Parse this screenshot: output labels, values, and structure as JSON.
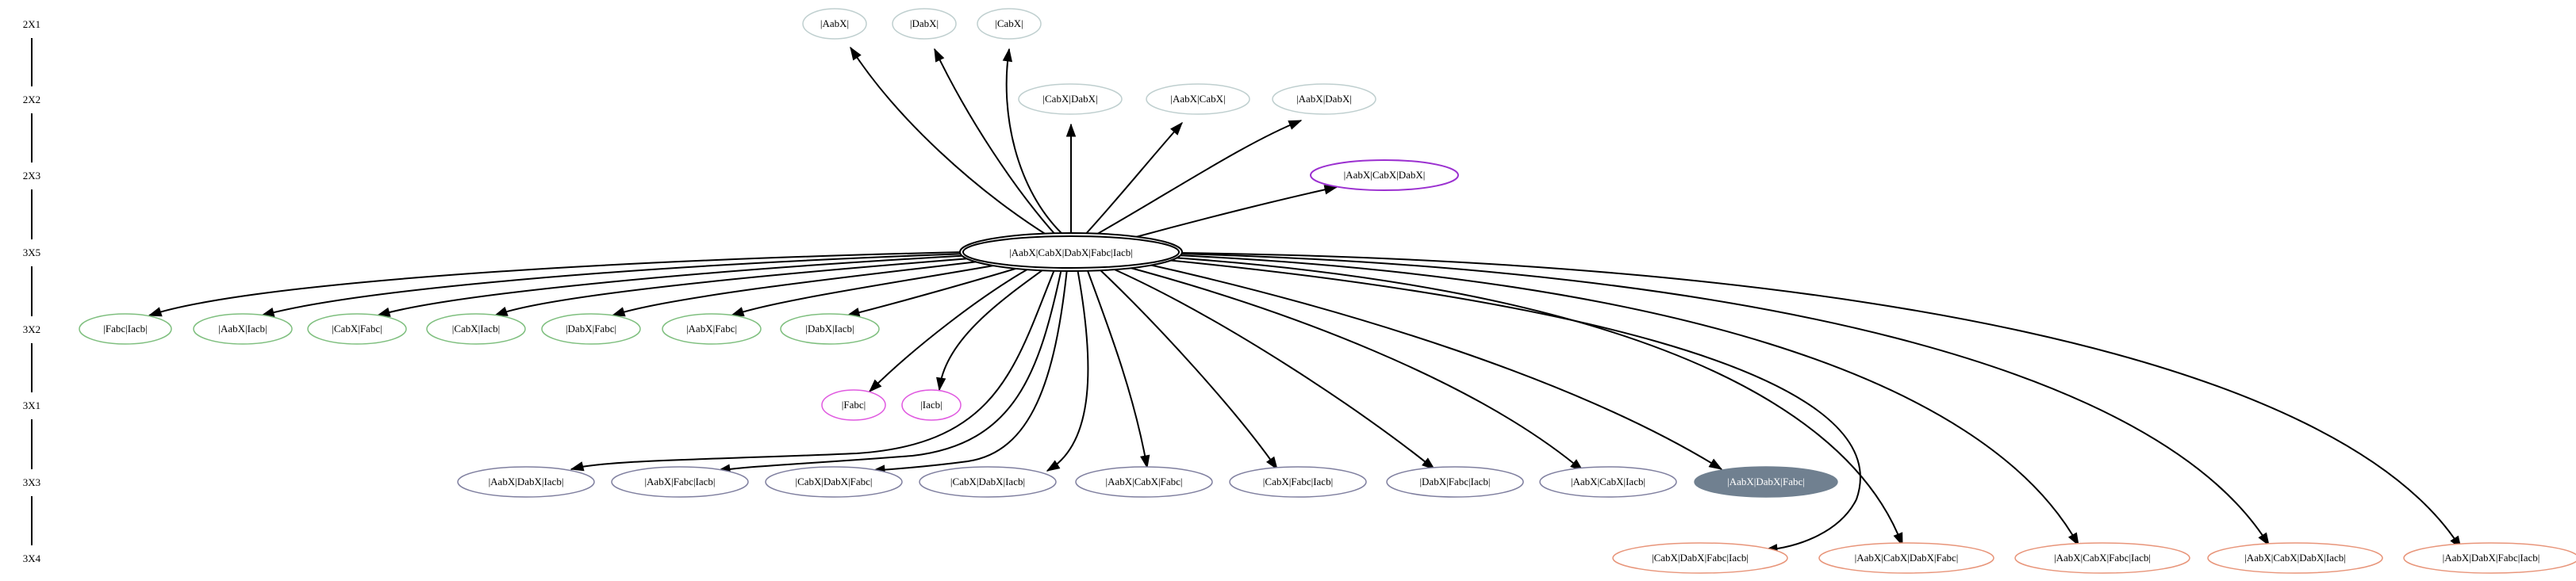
{
  "colors": {
    "green": "#7fbf7f",
    "magenta": "#e05ae0",
    "gray": "#7f7f9f",
    "orange": "#e8957a",
    "purple": "#9b30d0",
    "light": "#bfcfcf",
    "slate": "#708090",
    "white": "#ffffff",
    "black": "#000000"
  },
  "rank_labels": [
    "2X1",
    "2X2",
    "2X3",
    "3X5",
    "3X2",
    "3X1",
    "3X3",
    "3X4"
  ],
  "center": {
    "id": "c",
    "label": "|AabX|CabX|DabX|Fabc|Iacb|",
    "style": "double"
  },
  "nodes": [
    {
      "id": "n1",
      "label": "|AabX|",
      "rank": "2X1",
      "color": "light"
    },
    {
      "id": "n2",
      "label": "|DabX|",
      "rank": "2X1",
      "color": "light"
    },
    {
      "id": "n3",
      "label": "|CabX|",
      "rank": "2X1",
      "color": "light"
    },
    {
      "id": "n4",
      "label": "|CabX|DabX|",
      "rank": "2X2",
      "color": "light"
    },
    {
      "id": "n5",
      "label": "|AabX|CabX|",
      "rank": "2X2",
      "color": "light"
    },
    {
      "id": "n6",
      "label": "|AabX|DabX|",
      "rank": "2X2",
      "color": "light"
    },
    {
      "id": "n7",
      "label": "|AabX|CabX|DabX|",
      "rank": "2X3",
      "color": "purple"
    },
    {
      "id": "n8",
      "label": "|Fabc|Iacb|",
      "rank": "3X2",
      "color": "green"
    },
    {
      "id": "n9",
      "label": "|AabX|Iacb|",
      "rank": "3X2",
      "color": "green"
    },
    {
      "id": "n10",
      "label": "|CabX|Fabc|",
      "rank": "3X2",
      "color": "green"
    },
    {
      "id": "n11",
      "label": "|CabX|Iacb|",
      "rank": "3X2",
      "color": "green"
    },
    {
      "id": "n12",
      "label": "|DabX|Fabc|",
      "rank": "3X2",
      "color": "green"
    },
    {
      "id": "n13",
      "label": "|AabX|Fabc|",
      "rank": "3X2",
      "color": "green"
    },
    {
      "id": "n14",
      "label": "|DabX|Iacb|",
      "rank": "3X2",
      "color": "green"
    },
    {
      "id": "n15",
      "label": "|Fabc|",
      "rank": "3X1",
      "color": "magenta"
    },
    {
      "id": "n16",
      "label": "|Iacb|",
      "rank": "3X1",
      "color": "magenta"
    },
    {
      "id": "n17",
      "label": "|AabX|DabX|Iacb|",
      "rank": "3X3",
      "color": "gray"
    },
    {
      "id": "n18",
      "label": "|AabX|Fabc|Iacb|",
      "rank": "3X3",
      "color": "gray"
    },
    {
      "id": "n19",
      "label": "|CabX|DabX|Fabc|",
      "rank": "3X3",
      "color": "gray"
    },
    {
      "id": "n20",
      "label": "|CabX|DabX|Iacb|",
      "rank": "3X3",
      "color": "gray"
    },
    {
      "id": "n21",
      "label": "|AabX|CabX|Fabc|",
      "rank": "3X3",
      "color": "gray"
    },
    {
      "id": "n22",
      "label": "|CabX|Fabc|Iacb|",
      "rank": "3X3",
      "color": "gray"
    },
    {
      "id": "n23",
      "label": "|DabX|Fabc|Iacb|",
      "rank": "3X3",
      "color": "gray"
    },
    {
      "id": "n24",
      "label": "|AabX|CabX|Iacb|",
      "rank": "3X3",
      "color": "gray"
    },
    {
      "id": "n25",
      "label": "|AabX|DabX|Fabc|",
      "rank": "3X3",
      "color": "slate",
      "filled": true
    },
    {
      "id": "n26",
      "label": "|CabX|DabX|Fabc|Iacb|",
      "rank": "3X4",
      "color": "orange"
    },
    {
      "id": "n27",
      "label": "|AabX|CabX|DabX|Fabc|",
      "rank": "3X4",
      "color": "orange"
    },
    {
      "id": "n28",
      "label": "|AabX|CabX|Fabc|Iacb|",
      "rank": "3X4",
      "color": "orange"
    },
    {
      "id": "n29",
      "label": "|AabX|CabX|DabX|Iacb|",
      "rank": "3X4",
      "color": "orange"
    },
    {
      "id": "n30",
      "label": "|AabX|DabX|Fabc|Iacb|",
      "rank": "3X4",
      "color": "orange"
    }
  ],
  "edges": [
    {
      "from": "c",
      "to": "n1"
    },
    {
      "from": "c",
      "to": "n2"
    },
    {
      "from": "c",
      "to": "n3"
    },
    {
      "from": "c",
      "to": "n4"
    },
    {
      "from": "c",
      "to": "n5"
    },
    {
      "from": "c",
      "to": "n6"
    },
    {
      "from": "c",
      "to": "n7"
    },
    {
      "from": "c",
      "to": "n8"
    },
    {
      "from": "c",
      "to": "n9"
    },
    {
      "from": "c",
      "to": "n10"
    },
    {
      "from": "c",
      "to": "n11"
    },
    {
      "from": "c",
      "to": "n12"
    },
    {
      "from": "c",
      "to": "n13"
    },
    {
      "from": "c",
      "to": "n14"
    },
    {
      "from": "c",
      "to": "n15"
    },
    {
      "from": "c",
      "to": "n16"
    },
    {
      "from": "c",
      "to": "n17"
    },
    {
      "from": "c",
      "to": "n18"
    },
    {
      "from": "c",
      "to": "n19"
    },
    {
      "from": "c",
      "to": "n20"
    },
    {
      "from": "c",
      "to": "n21"
    },
    {
      "from": "c",
      "to": "n22"
    },
    {
      "from": "c",
      "to": "n23"
    },
    {
      "from": "c",
      "to": "n24"
    },
    {
      "from": "c",
      "to": "n25"
    },
    {
      "from": "c",
      "to": "n26"
    },
    {
      "from": "c",
      "to": "n27"
    },
    {
      "from": "c",
      "to": "n28"
    },
    {
      "from": "c",
      "to": "n29"
    },
    {
      "from": "c",
      "to": "n30"
    }
  ]
}
